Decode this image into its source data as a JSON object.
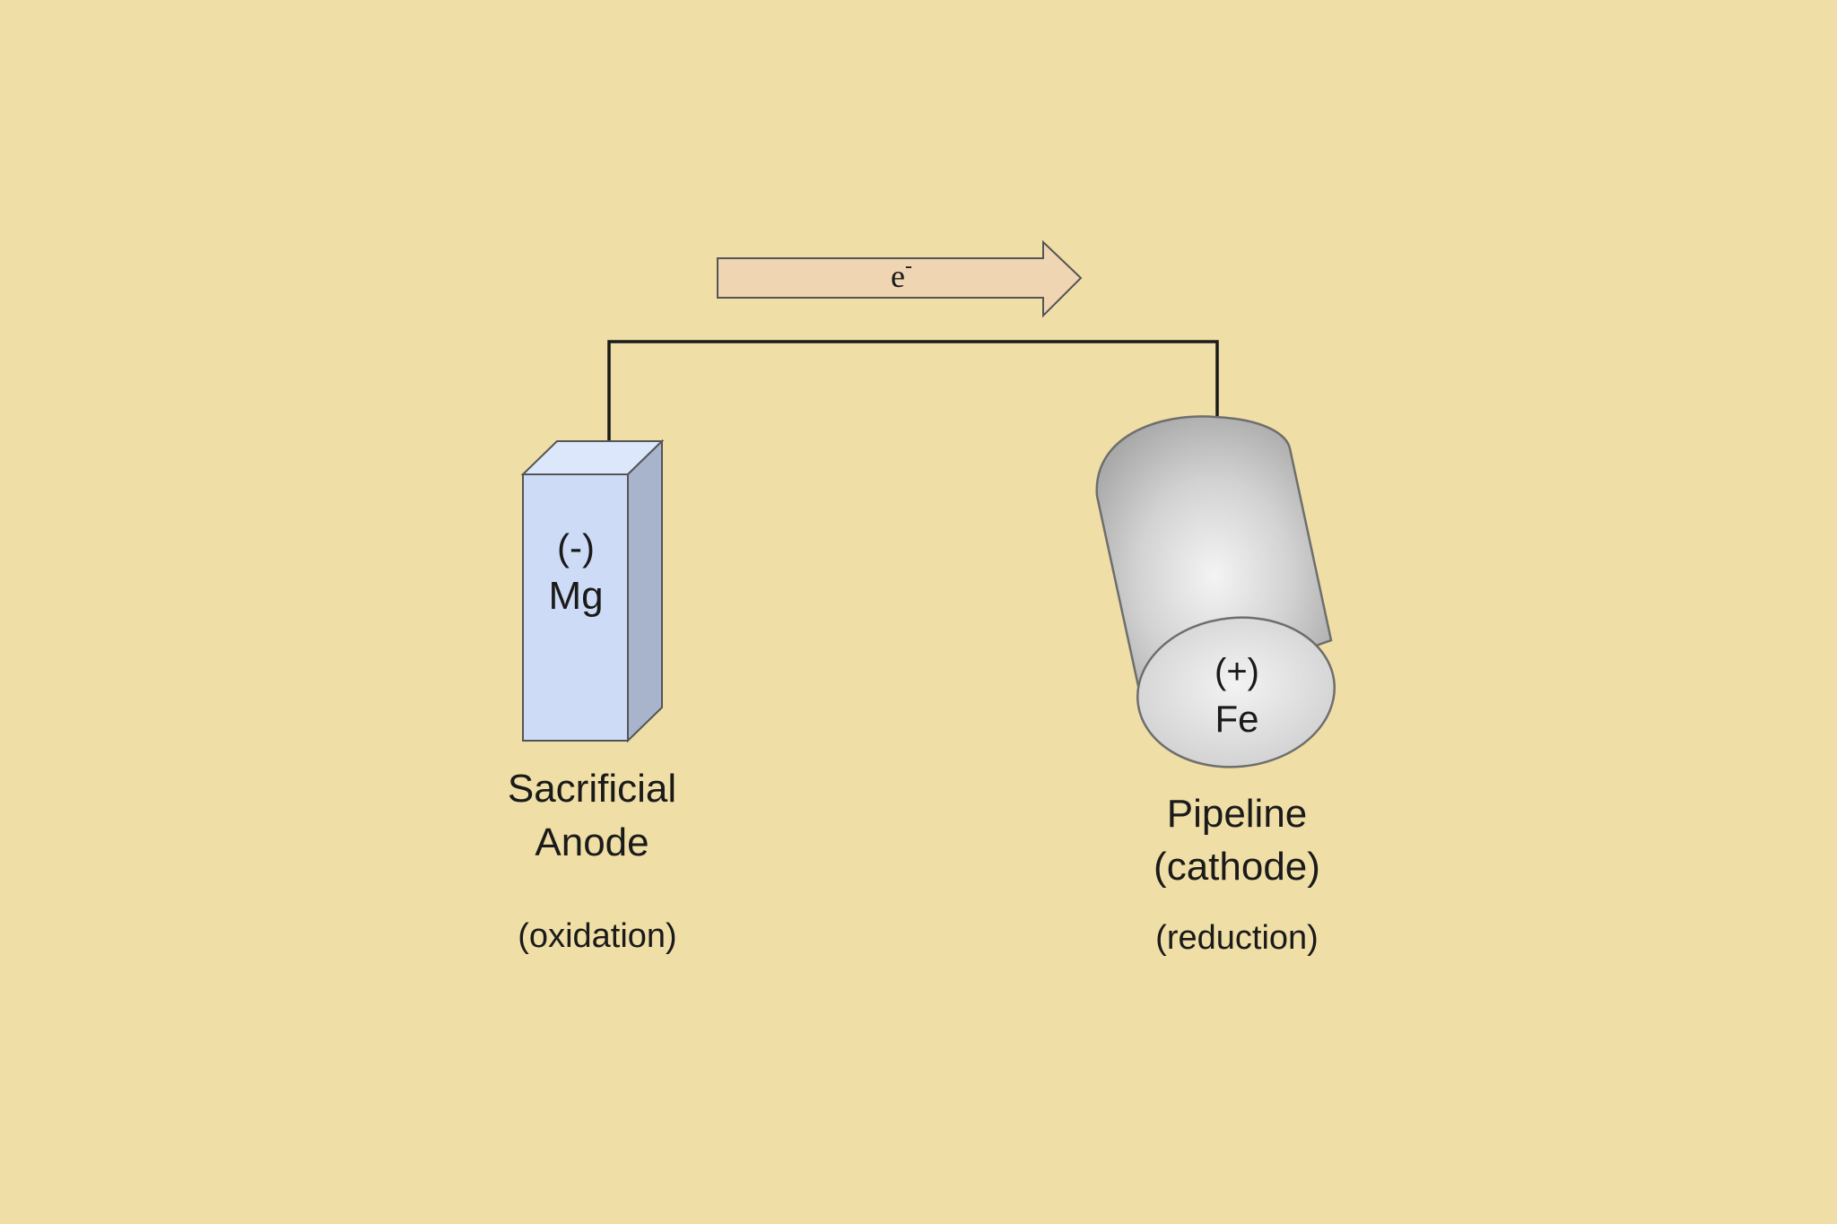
{
  "electron_flow": {
    "symbol": "e",
    "charge": "-"
  },
  "anode": {
    "charge": "(-)",
    "element": "Mg",
    "label_line1": "Sacrificial",
    "label_line2": "Anode",
    "process": "(oxidation)",
    "color": "#cddbf7"
  },
  "cathode": {
    "charge": "(+)",
    "element": "Fe",
    "label_line1": "Pipeline",
    "label_line2": "(cathode)",
    "process": "(reduction)",
    "color": "#d6d6d6"
  },
  "colors": {
    "background": "#efdea5",
    "electron_arrow_fill": "#f0d5b3"
  }
}
